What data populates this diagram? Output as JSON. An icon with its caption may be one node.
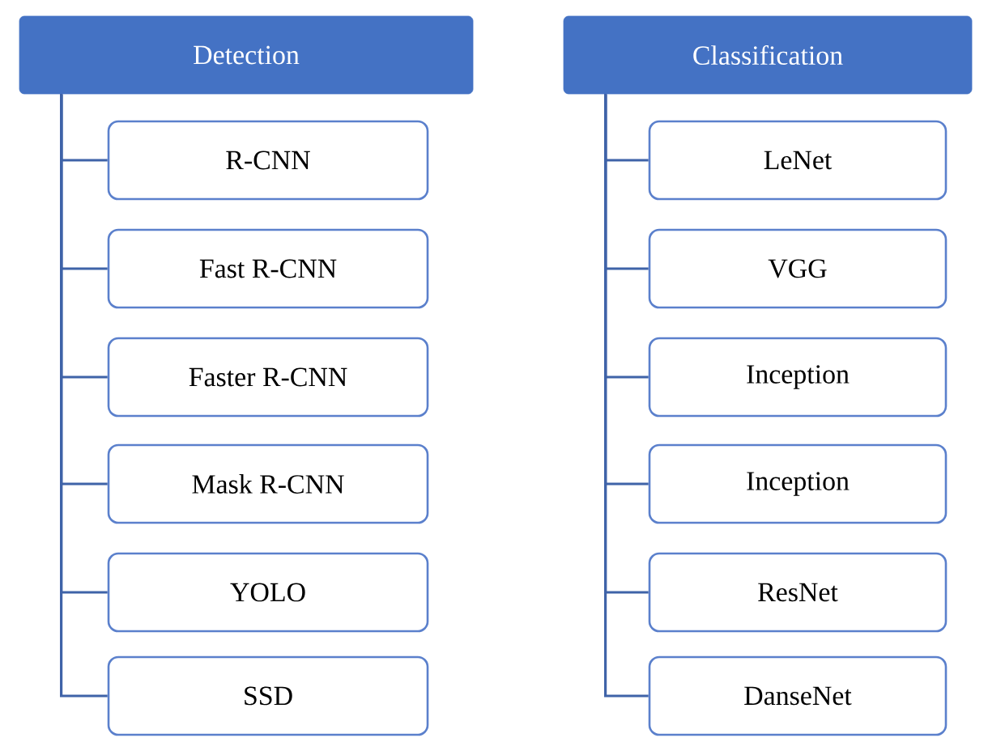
{
  "diagram": {
    "nodes": [
      {
        "text": [
          "Detection"
        ]
      },
      {
        "text": [
          "R-CNN"
        ]
      },
      {
        "text": [
          "Fast R-CNN"
        ]
      },
      {
        "text": [
          "Faster R-CNN"
        ]
      },
      {
        "text": [
          "Mask R-CNN"
        ]
      },
      {
        "text": [
          "YOLO"
        ]
      },
      {
        "text": [
          "SSD"
        ]
      },
      {
        "text": [
          "Classification"
        ]
      },
      {
        "text": [
          "LeNet"
        ]
      },
      {
        "text": [
          "VGG"
        ]
      },
      {
        "text": [
          "Inception"
        ]
      },
      {
        "text": [
          "Inception"
        ]
      },
      {
        "text": [
          "ResNet"
        ]
      },
      {
        "text": [
          "DanseNet"
        ]
      }
    ],
    "edges": [
      {
        "from": 0,
        "to": 1,
        "arrow": "none"
      },
      {
        "from": 0,
        "to": 2,
        "arrow": "none"
      },
      {
        "from": 0,
        "to": 3,
        "arrow": "none"
      },
      {
        "from": 0,
        "to": 4,
        "arrow": "none"
      },
      {
        "from": 0,
        "to": 5,
        "arrow": "none"
      },
      {
        "from": 0,
        "to": 6,
        "arrow": "none"
      },
      {
        "from": 7,
        "to": 8,
        "arrow": "none"
      },
      {
        "from": 7,
        "to": 9,
        "arrow": "none"
      },
      {
        "from": 7,
        "to": 10,
        "arrow": "none"
      },
      {
        "from": 7,
        "to": 11,
        "arrow": "none"
      },
      {
        "from": 7,
        "to": 12,
        "arrow": "none"
      },
      {
        "from": 7,
        "to": 13,
        "arrow": "none"
      }
    ]
  }
}
